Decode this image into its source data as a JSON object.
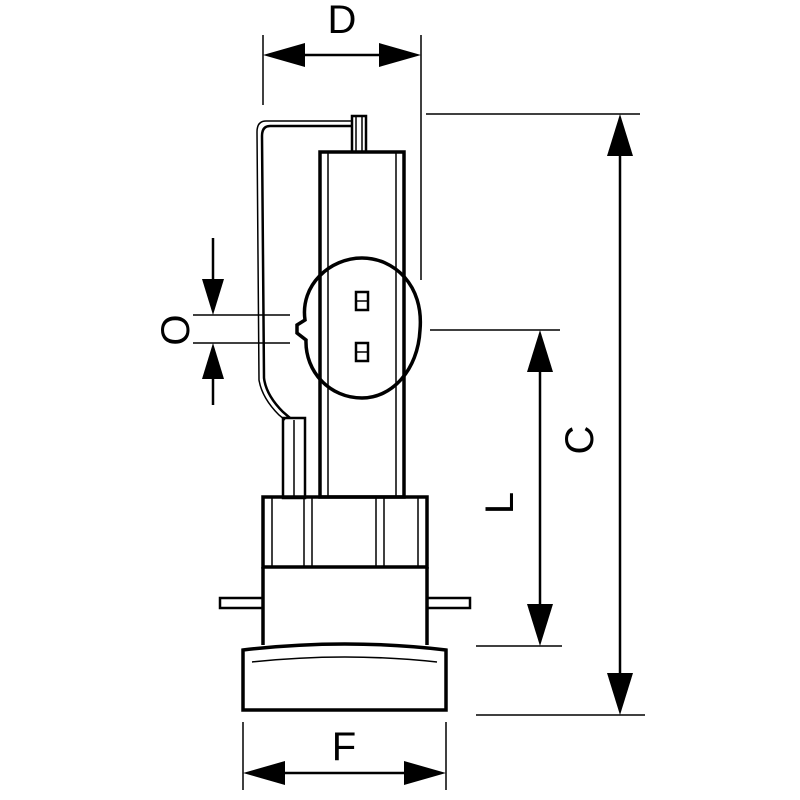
{
  "diagram": {
    "labels": {
      "D": "D",
      "C": "C",
      "O": "O",
      "L": "L",
      "F": "F"
    },
    "colors": {
      "line": "#000000",
      "background": "#ffffff"
    }
  }
}
